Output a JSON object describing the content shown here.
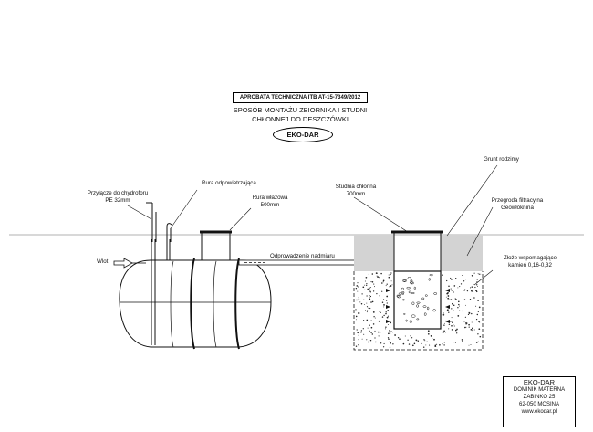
{
  "header": {
    "approval": "APROBATA TECHNICZNA ITB AT-15-7349/2012",
    "title_line1": "SPOSÓB MONTAŻU ZBIORNIKA I STUDNI",
    "title_line2": "CHŁONNEJ DO DESZCZÓWKI",
    "brand": "EKO-DAR"
  },
  "labels": {
    "water_pipe_line1": "Przyłącze do chydroforu",
    "water_pipe_line2": "PE 32mm",
    "vent_pipe": "Rura odpowietrzająca",
    "manhole_pipe_line1": "Rura włazowa",
    "manhole_pipe_line2": "500mm",
    "inlet": "Wlot",
    "overflow": "Odprowadzenie nadmiaru",
    "well_line1": "Studnia chłonna",
    "well_line2": "700mm",
    "native_soil": "Grunt rodzimy",
    "filter_line1": "Przegroda filtracyjna",
    "filter_line2": "Geowłóknina",
    "gravel_line1": "Złoże wspomagające",
    "gravel_line2": "kamień 0,16-0,32"
  },
  "company": {
    "name": "EKO-DAR",
    "owner": "DOMINIK MATERNA",
    "street": "ZABINKO 25",
    "city": "62-050 MOSINA",
    "web": "www.ekodar.pl"
  },
  "colors": {
    "line": "#111111",
    "soil_fill": "#d3d3d3",
    "gravel_dots": "#222222"
  }
}
